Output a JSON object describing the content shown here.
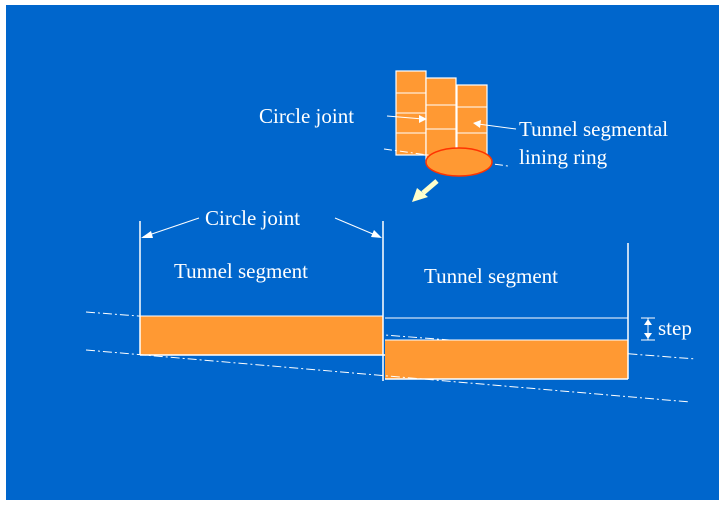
{
  "diagram": {
    "background_color": "#0066cc",
    "segment_color": "#ff9933",
    "highlight_ellipse_color": "#ff6633",
    "pointer_arrow_color": "#ffffcc",
    "inset": {
      "circle_joint_label": "Circle joint",
      "ring_label_line1": "Tunnel segmental",
      "ring_label_line2": "lining ring"
    },
    "main": {
      "circle_joint_label": "Circle joint",
      "segment_left_label": "Tunnel segment",
      "segment_right_label": "Tunnel segment",
      "step_label": "step"
    }
  }
}
